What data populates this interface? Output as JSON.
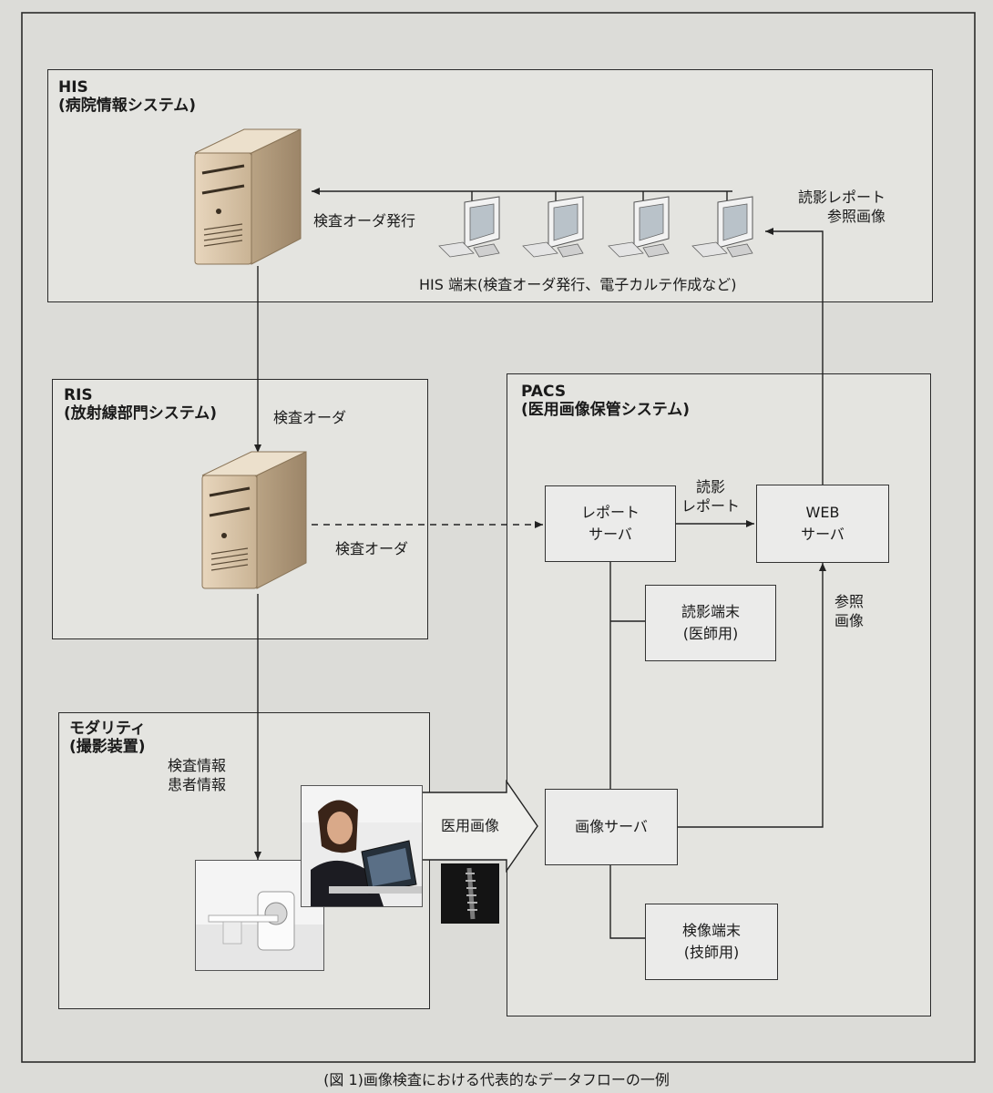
{
  "his": {
    "title1": "HIS",
    "title2": "(病院情報システム)",
    "terminals_label": "HIS 端末(検査オーダ発行、電子カルテ作成など)",
    "order_issue": "検査オーダ発行",
    "report_ref1": "読影レポート",
    "report_ref2": "参照画像"
  },
  "ris": {
    "title1": "RIS",
    "title2": "(放射線部門システム)",
    "order_in": "検査オーダ",
    "order_out": "検査オーダ"
  },
  "modality": {
    "title1": "モダリティ",
    "title2": "(撮影装置)",
    "info1": "検査情報",
    "info2": "患者情報"
  },
  "pacs": {
    "title1": "PACS",
    "title2": "(医用画像保管システム)",
    "report_server1": "レポート",
    "report_server2": "サーバ",
    "report_arrow1": "読影",
    "report_arrow2": "レポート",
    "web_server1": "WEB",
    "web_server2": "サーバ",
    "reading_terminal1": "読影端末",
    "reading_terminal2": "(医師用)",
    "ref_images1": "参照",
    "ref_images2": "画像",
    "image_server": "画像サーバ",
    "inspection_terminal1": "検像端末",
    "inspection_terminal2": "(技師用)",
    "medical_image": "医用画像"
  },
  "caption": "(図 1)画像検査における代表的なデータフローの一例"
}
